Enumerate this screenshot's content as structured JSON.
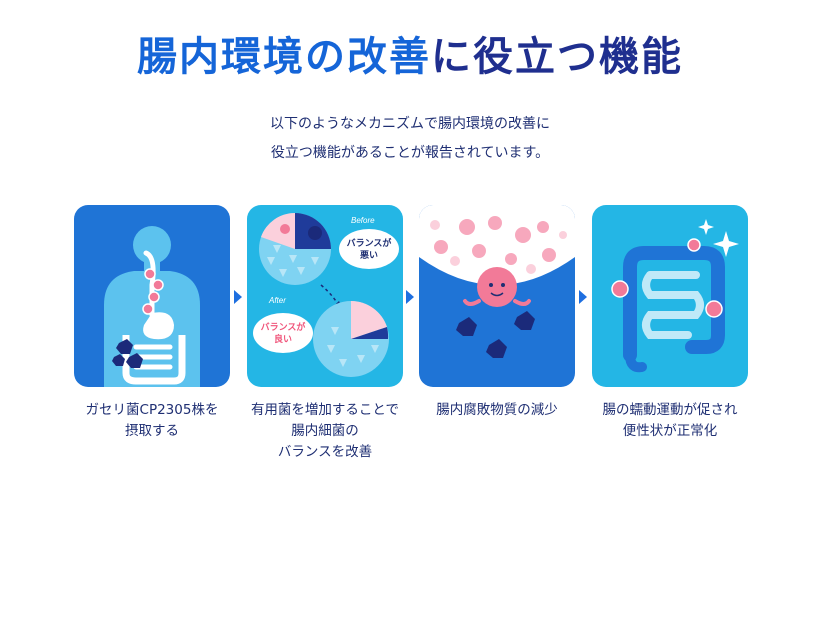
{
  "title": {
    "part1": "腸内環境の改善",
    "part2": "に役立つ機能"
  },
  "lead": {
    "line1": "以下のようなメカニズムで腸内環境の改善に",
    "line2": "役立つ機能があることが報告されています。"
  },
  "steps": [
    {
      "caption": [
        "ガセリ菌CP2305株を",
        "摂取する"
      ]
    },
    {
      "caption": [
        "有用菌を増加することで",
        "腸内細菌の",
        "バランスを改善"
      ],
      "before_label": "Before",
      "after_label": "After",
      "bubble_bad": [
        "バランスが",
        "悪い"
      ],
      "bubble_good": [
        "バランスが",
        "良い"
      ]
    },
    {
      "caption": [
        "腸内腐敗物質の減少"
      ]
    },
    {
      "caption": [
        "腸の蠕動運動が促され",
        "便性状が正常化"
      ]
    }
  ],
  "colors": {
    "title_blue": "#1565d8",
    "title_navy": "#1f2f8f",
    "text_navy": "#1f2f73",
    "card_dark_blue": "#1f74d6",
    "card_light_blue": "#24b6e5",
    "pink": "#f27a98",
    "arrow": "#1e6fe0"
  },
  "icons": [
    "arrow-right-icon",
    "sparkle-icon"
  ]
}
